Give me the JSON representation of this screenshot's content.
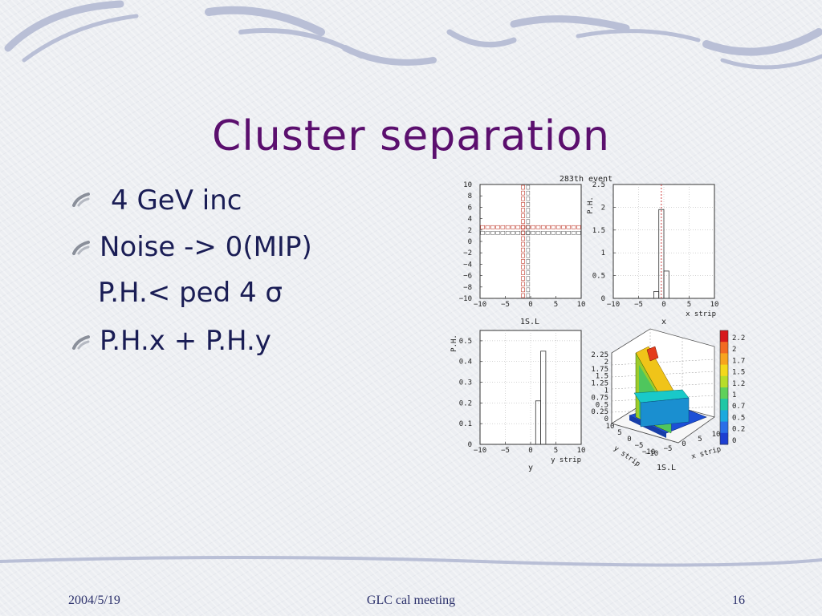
{
  "slide": {
    "title": "Cluster  separation",
    "bullets": [
      "4 GeV inc",
      "Noise -> 0(MIP)",
      "P.H.< ped 4 σ",
      "P.H.x + P.H.y"
    ],
    "footer_date": "2004/5/19",
    "footer_center": "GLC cal meeting",
    "footer_page": "16"
  },
  "colors": {
    "title": "#5b0f6e",
    "text": "#1a1d55",
    "swoosh": "#b9bfd6"
  },
  "chart_data": [
    {
      "id": "hitmap",
      "type": "scatter",
      "title": "",
      "label": "1S.L",
      "xlim": [
        -10,
        10
      ],
      "ylim": [
        -10,
        10
      ],
      "xticks": [
        -10,
        -5,
        0,
        5,
        10
      ],
      "yticks": [
        -10,
        -8,
        -6,
        -4,
        -2,
        0,
        2,
        4,
        6,
        8,
        10
      ],
      "strip_column_x": -1.5,
      "strip_row_y": 2.5,
      "strip_range": [
        -10,
        10
      ]
    },
    {
      "id": "x-projection",
      "type": "bar",
      "title": "283th event",
      "ylabel": "P.H.",
      "xlabel": "x strip",
      "label": "x",
      "xlim": [
        -10,
        10
      ],
      "ylim": [
        0,
        2.5
      ],
      "xticks": [
        -10,
        -5,
        0,
        5,
        10
      ],
      "yticks": [
        0,
        0.5,
        1,
        1.5,
        2,
        2.5
      ],
      "bins": [
        -2,
        -1,
        0
      ],
      "values": [
        0.15,
        1.95,
        0.6
      ],
      "marker_x": -0.5
    },
    {
      "id": "y-projection",
      "type": "bar",
      "title": "",
      "ylabel": "P.H.",
      "xlabel": "y strip",
      "label": "y",
      "xlim": [
        -10,
        10
      ],
      "ylim": [
        0,
        0.55
      ],
      "xticks": [
        -10,
        -5,
        0,
        5,
        10
      ],
      "yticks": [
        0,
        0.1,
        0.2,
        0.3,
        0.4,
        0.5
      ],
      "bins": [
        1,
        2
      ],
      "values": [
        0.21,
        0.45
      ]
    },
    {
      "id": "lego-3d",
      "type": "heatmap",
      "title": "",
      "xlabel": "x strip",
      "ylabel": "y strip",
      "label": "1S.L",
      "zticks": [
        "2.25",
        "2",
        "1.75",
        "1.5",
        "1.25",
        "1",
        "0.75",
        "0.5",
        "0.25",
        "0"
      ],
      "x_ticks": [
        "-10",
        "-5",
        "0",
        "5",
        "10"
      ],
      "y_ticks": [
        "10",
        "5",
        "0",
        "-5",
        "-10"
      ],
      "color_scale": [
        "2.2",
        "2",
        "1.7",
        "1.5",
        "1.2",
        "1",
        "0.7",
        "0.5",
        "0.2",
        "0"
      ]
    }
  ]
}
